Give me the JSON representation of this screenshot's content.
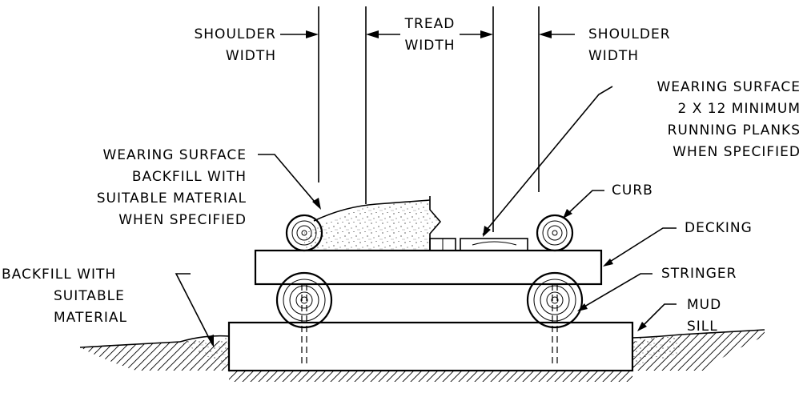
{
  "labels": {
    "shoulder_left": [
      "SHOULDER",
      "WIDTH"
    ],
    "tread": [
      "TREAD",
      "WIDTH"
    ],
    "shoulder_right": [
      "SHOULDER",
      "WIDTH"
    ],
    "wearing_surface_planks": [
      "WEARING SURFACE",
      "2 X 12 MINIMUM",
      "RUNNING PLANKS",
      "WHEN SPECIFIED"
    ],
    "wearing_surface_backfill": [
      "WEARING SURFACE",
      "BACKFILL WITH",
      "SUITABLE MATERIAL",
      "WHEN SPECIFIED"
    ],
    "curb": [
      "CURB"
    ],
    "decking": [
      "DECKING"
    ],
    "stringer": [
      "STRINGER"
    ],
    "backfill": [
      "BACKFILL WITH",
      "SUITABLE",
      "MATERIAL"
    ],
    "mud_sill": [
      "MUD",
      "SILL"
    ]
  }
}
